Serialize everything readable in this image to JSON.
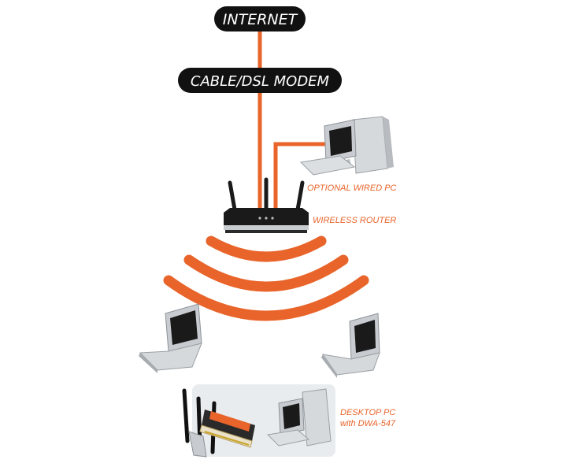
{
  "colors": {
    "accent": "#e8642a",
    "pill": "#111111",
    "device_light": "#d6d9dc",
    "device_dark": "#6f7478",
    "screen": "#1a1a1a",
    "panel_bg": "#e9ecef"
  },
  "nodes": {
    "internet": "INTERNET",
    "modem": "CABLE/DSL MODEM",
    "wired_pc": "OPTIONAL WIRED PC",
    "router": "WIRELESS ROUTER",
    "desktop_line1": "DESKTOP PC",
    "desktop_line2": "with DWA-547"
  },
  "icons": {
    "router": "wireless-router-icon",
    "wired_pc": "desktop-computer-icon",
    "laptop": "laptop-icon",
    "card": "pci-wifi-card-icon",
    "signal": "wifi-signal-icon"
  }
}
